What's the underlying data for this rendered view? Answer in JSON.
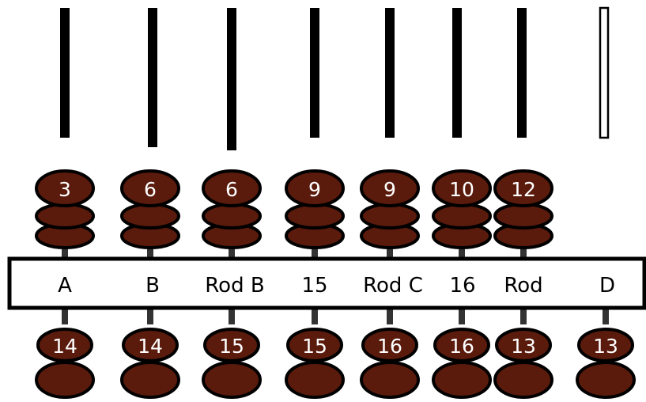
{
  "colors": {
    "bead": "#5a1a0c",
    "bead_outline": "#000000",
    "bead_number": "#ffffff",
    "rod": "#000000",
    "empty_rod_fill": "#ffffff",
    "bar_fill": "#ffffff",
    "background": "#ffffff"
  },
  "upper_rods": [
    {
      "rod": 1,
      "empty": false
    },
    {
      "rod": 2,
      "empty": false
    },
    {
      "rod": 3,
      "empty": false
    },
    {
      "rod": 4,
      "empty": false
    },
    {
      "rod": 5,
      "empty": false
    },
    {
      "rod": 6,
      "empty": false
    },
    {
      "rod": 7,
      "empty": false
    },
    {
      "rod": 8,
      "empty": true
    }
  ],
  "upper_beads": [
    {
      "rod": 1,
      "label": "3"
    },
    {
      "rod": 2,
      "label": "6"
    },
    {
      "rod": 3,
      "label": "6"
    },
    {
      "rod": 4,
      "label": "9"
    },
    {
      "rod": 5,
      "label": "9"
    },
    {
      "rod": 6,
      "label": "10"
    },
    {
      "rod": 7,
      "label": "12"
    }
  ],
  "bar_labels": [
    "A",
    "B",
    "Rod B",
    "15",
    "Rod C",
    "16",
    "Rod",
    "D"
  ],
  "lower_beads": [
    {
      "rod": 1,
      "label": "14"
    },
    {
      "rod": 2,
      "label": "14"
    },
    {
      "rod": 3,
      "label": "15"
    },
    {
      "rod": 4,
      "label": "15"
    },
    {
      "rod": 5,
      "label": "16"
    },
    {
      "rod": 6,
      "label": "16"
    },
    {
      "rod": 7,
      "label": "13"
    },
    {
      "rod": 8,
      "label": "13"
    }
  ]
}
